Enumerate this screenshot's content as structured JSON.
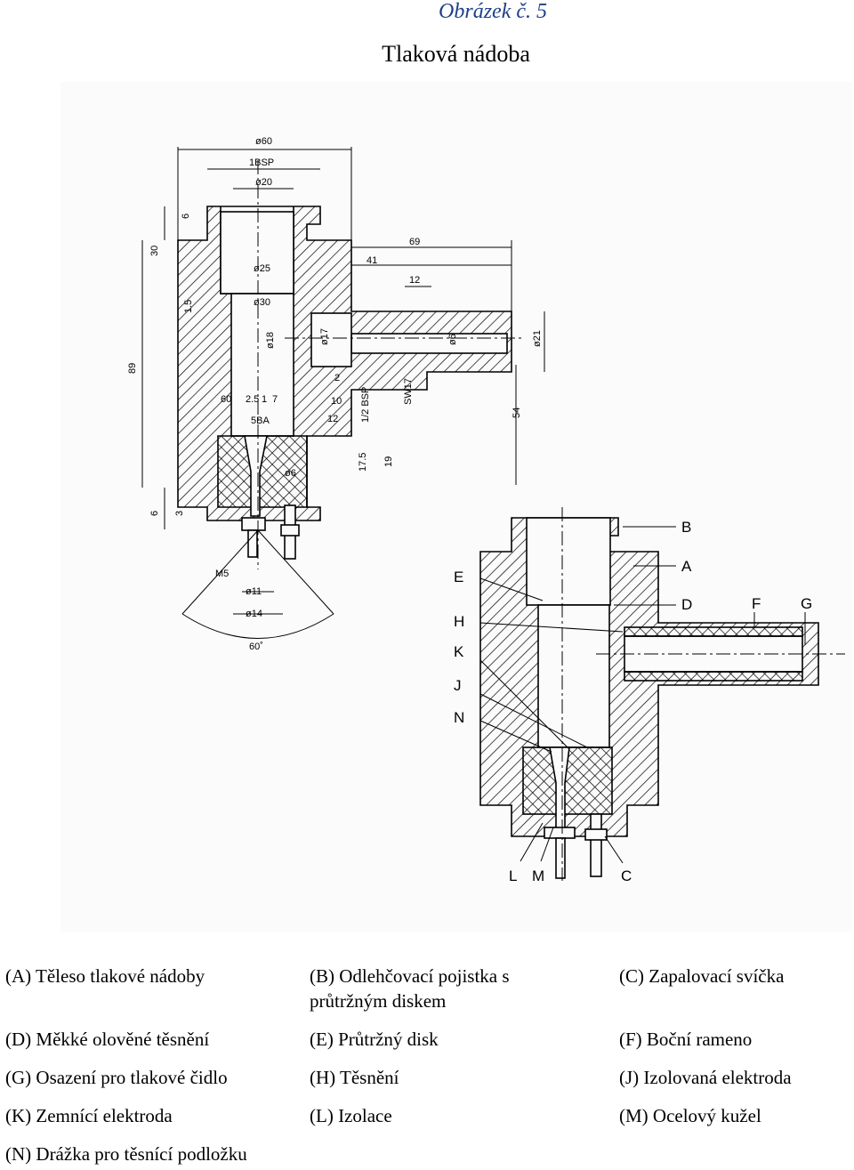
{
  "figure": {
    "number": "Obrázek č. 5",
    "title": "Tlaková nádoba"
  },
  "dimensions": {
    "d60": "ø60",
    "bsp1": "1BSP",
    "d20": "ø20",
    "d25": "ø25",
    "d30": "ø30",
    "d18": "ø18",
    "d17": "ø17",
    "d6a": "ø6",
    "d21": "ø21",
    "d6b": "ø6",
    "d11": "ø11",
    "d14": "ø14",
    "m5": "M5",
    "a60deg": "60˚",
    "v6": "6",
    "v30": "30",
    "v15": "1.5",
    "v89": "89",
    "v6b": "6",
    "v3": "3",
    "v41": "41",
    "v69": "69",
    "v12": "12",
    "v2": "2",
    "v10": "10",
    "v12b": "12",
    "v175": "17.5",
    "v19": "19",
    "v54": "54",
    "bsp12": "1/2 BSP",
    "sw17": "SW17",
    "v60": "60",
    "v251": "2.5",
    "v1": "1",
    "v7": "7",
    "ba5": "5BA"
  },
  "part_letters": [
    "A",
    "B",
    "C",
    "D",
    "E",
    "F",
    "G",
    "H",
    "J",
    "K",
    "L",
    "M",
    "N"
  ],
  "legend": [
    [
      "(A) Těleso tlakové nádoby",
      "(B) Odlehčovací pojistka s",
      "průtržným diskem",
      "(C) Zapalovací svíčka"
    ],
    [
      "(D) Měkké olověné těsnění",
      "(E) Průtržný disk",
      "(F) Boční rameno"
    ],
    [
      "(G) Osazení pro tlakové čidlo",
      "(H) Těsnění",
      "(J) Izolovaná elektroda"
    ],
    [
      "(K) Zemnící elektroda",
      "(L) Izolace",
      "(M) Ocelový kužel"
    ],
    [
      "(N) Drážka pro těsnící podložku"
    ]
  ]
}
